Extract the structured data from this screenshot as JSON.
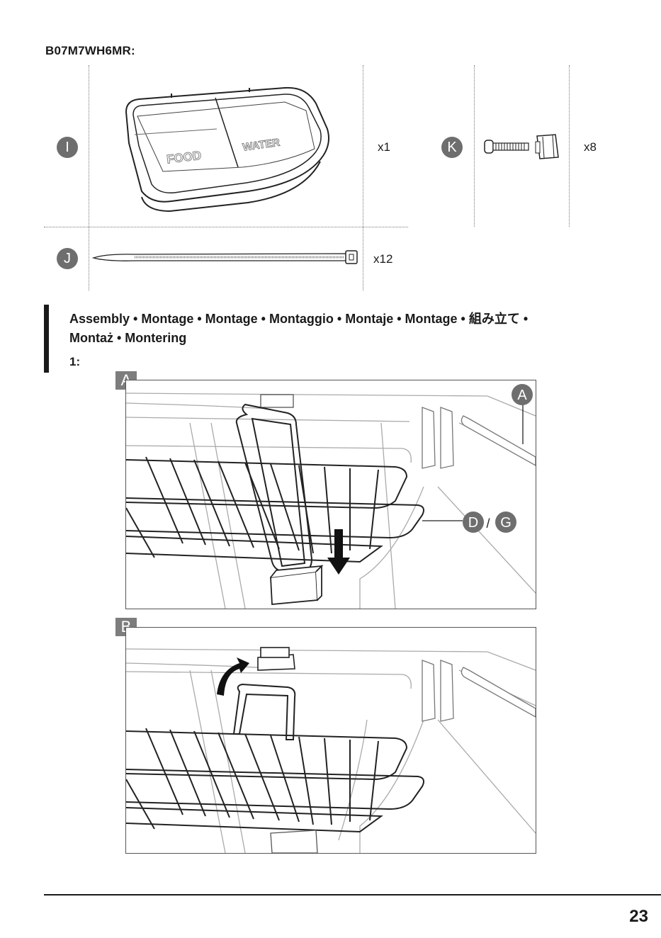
{
  "model": "B07M7WH6MR:",
  "parts": [
    {
      "badge": "I",
      "qty": "x1",
      "labels": [
        "FOOD",
        "WATER"
      ]
    },
    {
      "badge": "J",
      "qty": "x12"
    },
    {
      "badge": "K",
      "qty": "x8"
    }
  ],
  "assembly": {
    "heading_line1": "Assembly • Montage • Montage • Montaggio • Montaje • Montage • 組み立て •",
    "heading_line2": "Montaż • Montering",
    "step": "1:"
  },
  "panels": [
    {
      "tab": "A",
      "callouts": [
        "A",
        "D",
        "/",
        "G"
      ]
    },
    {
      "tab": "B"
    }
  ],
  "page_number": "23"
}
